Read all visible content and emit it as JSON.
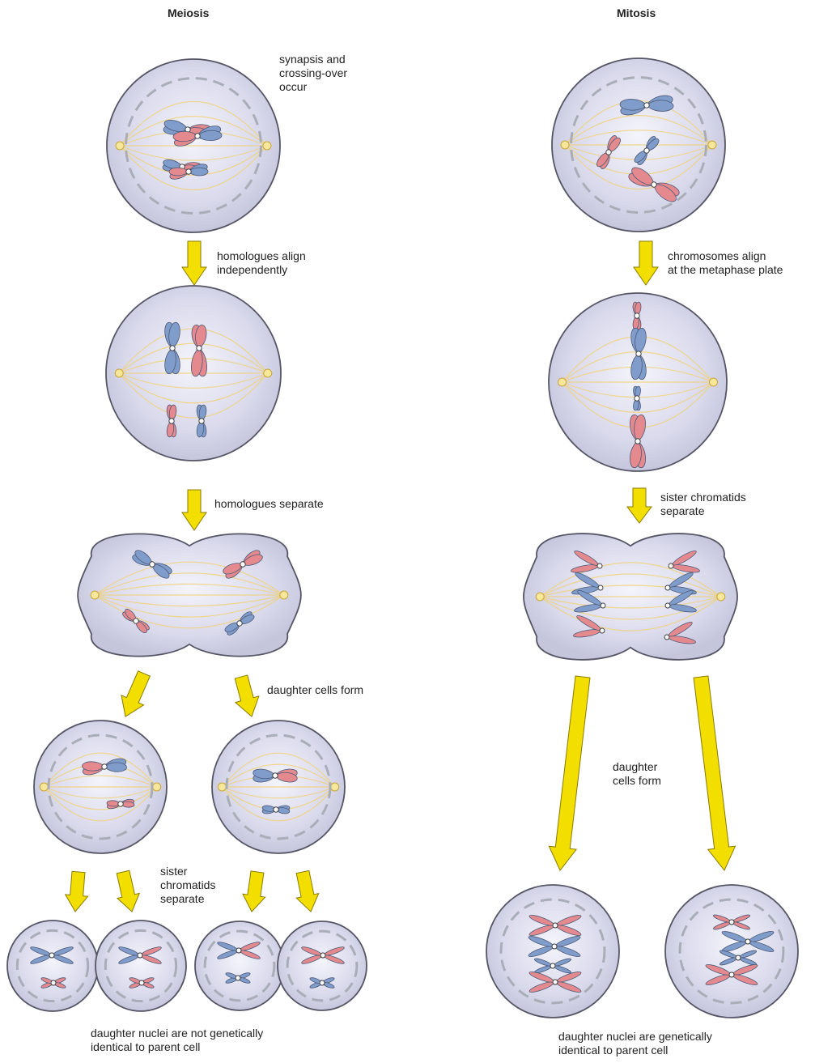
{
  "headers": {
    "meiosis": "Meiosis",
    "mitosis": "Mitosis"
  },
  "labels": {
    "synapsis": "synapsis and\ncrossing-over\noccur",
    "homologues_align": "homologues align\nindependently",
    "homologues_separate": "homologues separate",
    "daughter_cells_form_meiosis": "daughter cells form",
    "sister_chromatids_meiosis": "sister\nchromatids\nseparate",
    "meiosis_result": "daughter nuclei are not genetically\nidentical to parent cell",
    "chromosomes_align": "chromosomes align\nat the metaphase plate",
    "sister_chromatids_mitosis": "sister chromatids\nseparate",
    "daughter_cells_form_mitosis": "daughter\ncells form",
    "mitosis_result": "daughter nuclei are genetically\nidentical to parent cell"
  },
  "colors": {
    "cell_fill": "#dcdcee",
    "cell_edge": "#555566",
    "nuclear_envelope": "#a9adb8",
    "spindle": "#f0d27a",
    "chrom_blue": "#7f9ccb",
    "chrom_red": "#e48a8f",
    "arrow_fill": "#f2df00",
    "arrow_edge": "#8a7a00"
  }
}
